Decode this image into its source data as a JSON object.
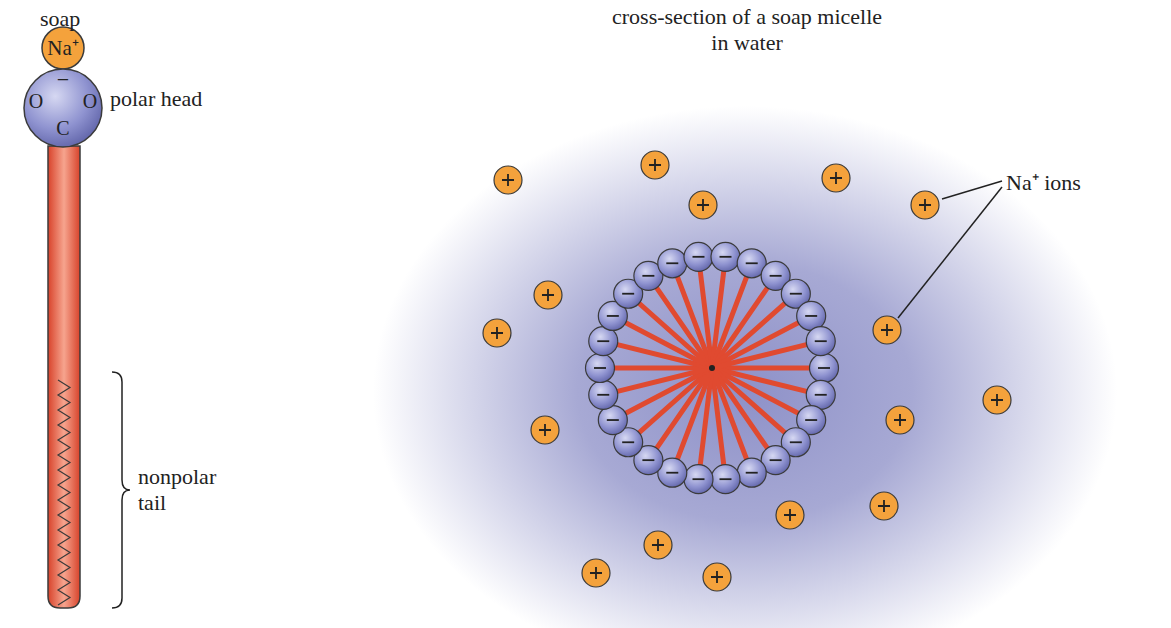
{
  "diagram": {
    "nodes": [
      {
        "text": [
          "Na⁺"
        ]
      },
      {
        "text": [
          "O",
          "C",
          "O",
          "−",
          "polar head"
        ]
      }
    ],
    "labels": [
      "soap",
      "cross-section of a soap micelle in water",
      "Na⁺ ions",
      "nonpolar tail"
    ]
  }
}
